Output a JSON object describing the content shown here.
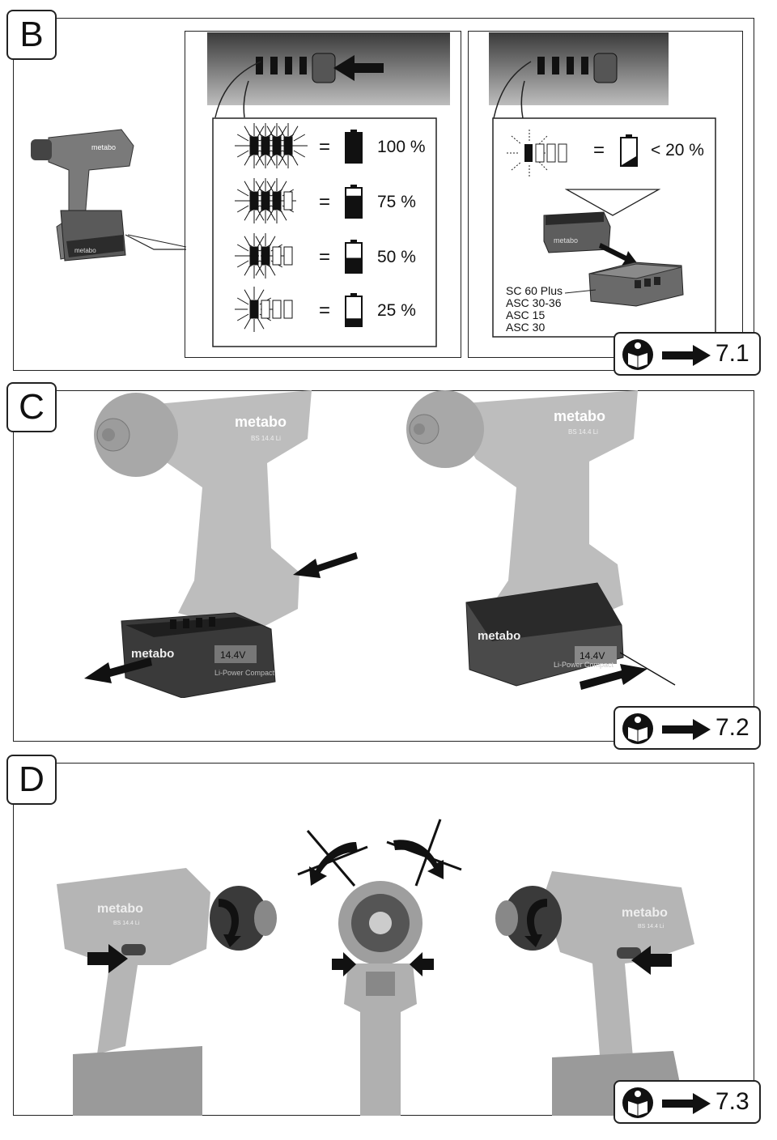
{
  "sections": {
    "b": {
      "label": "B",
      "ref": "7.1"
    },
    "c": {
      "label": "C",
      "ref": "7.2"
    },
    "d": {
      "label": "D",
      "ref": "7.3"
    }
  },
  "battery_levels": [
    {
      "percent": 100,
      "text": "100 %"
    },
    {
      "percent": 75,
      "text": "75 %"
    },
    {
      "percent": 50,
      "text": "50 %"
    },
    {
      "percent": 25,
      "text": "25 %"
    }
  ],
  "equals_sign": "=",
  "low_level": {
    "text": "< 20 %"
  },
  "chargers": [
    "SC 60 Plus",
    "ASC 30-36",
    "ASC 15",
    "ASC 30"
  ],
  "product": {
    "brand": "metabo",
    "model": "BS 14.4 Li",
    "battery_voltage": "14.4V",
    "battery_series": "Li-Power Compact"
  },
  "icons": {
    "manual": "read-manual-icon",
    "arrow": "right-arrow-icon"
  }
}
